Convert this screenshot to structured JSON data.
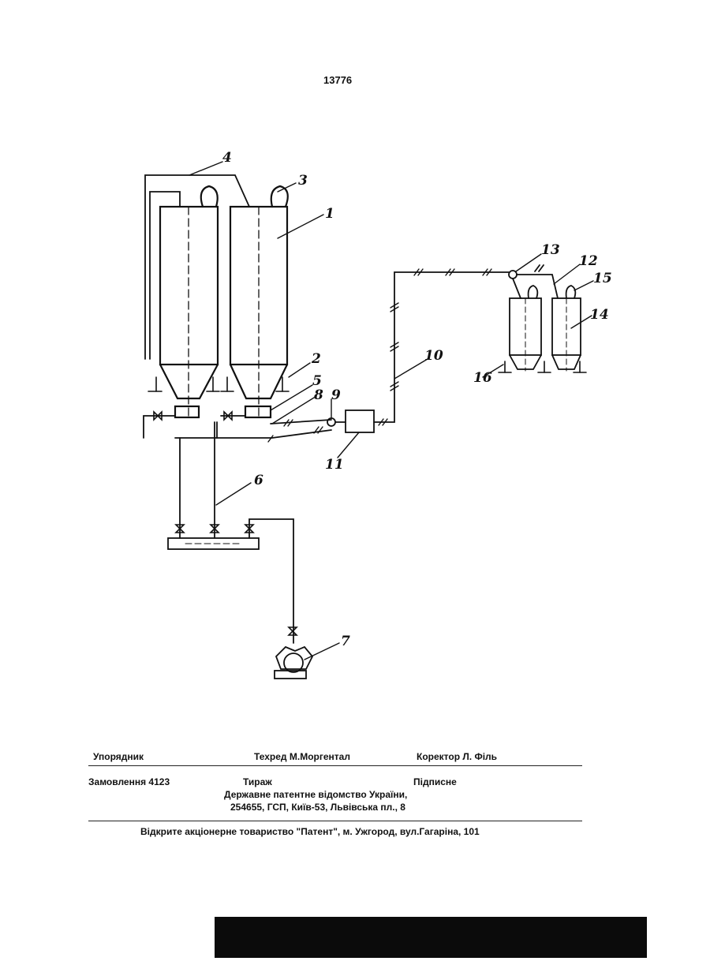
{
  "page_number": "13776",
  "figure_labels": [
    "1",
    "2",
    "3",
    "4",
    "5",
    "6",
    "7",
    "8",
    "9",
    "10",
    "11",
    "12",
    "13",
    "14",
    "15",
    "16"
  ],
  "footer": {
    "compiler": "Упорядник",
    "tech_editor": "Техред М.Моргентал",
    "proofreader": "Коректор Л. Філь",
    "order": "Замовлення 4123",
    "circulation": "Тираж",
    "signed": "Підписне",
    "office_line1": "Державне патентне відомство України,",
    "office_line2": "254655, ГСП, Київ-53, Львівська пл., 8",
    "printer": "Відкрите акціонерне товариство \"Патент\", м. Ужгород, вул.Гагаріна, 101"
  },
  "colors": {
    "ink": "#111111",
    "paper": "#ffffff"
  }
}
